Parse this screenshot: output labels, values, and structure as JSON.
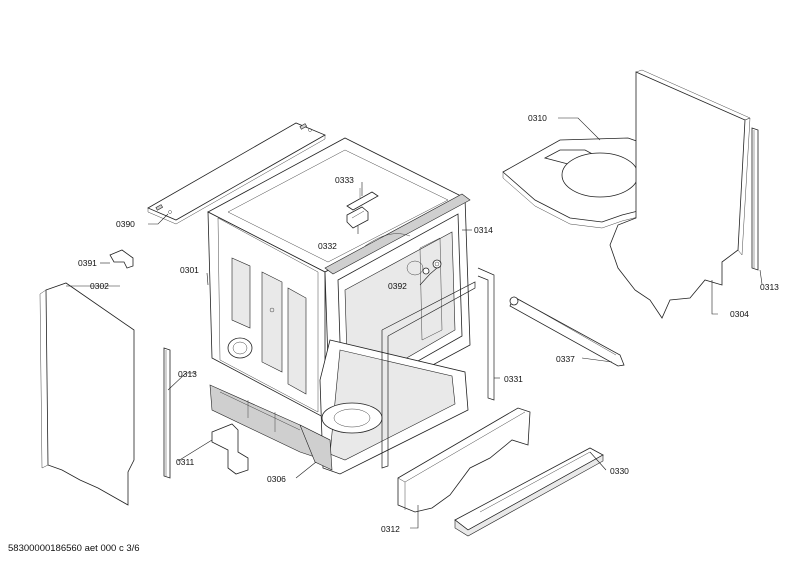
{
  "labels": {
    "p0310": "0310",
    "p0304": "0304",
    "p0313a": "0313",
    "p0313b": "0313",
    "p0390": "0390",
    "p0333": "0333",
    "p0332": "0332",
    "p0314": "0314",
    "p0391": "0391",
    "p0301": "0301",
    "p0302": "0302",
    "p0392": "0392",
    "p0337": "0337",
    "p0331": "0331",
    "p0311": "0311",
    "p0306": "0306",
    "p0330": "0330",
    "p0312": "0312"
  },
  "footer": "58300000186560 aet 000 c 3/6"
}
